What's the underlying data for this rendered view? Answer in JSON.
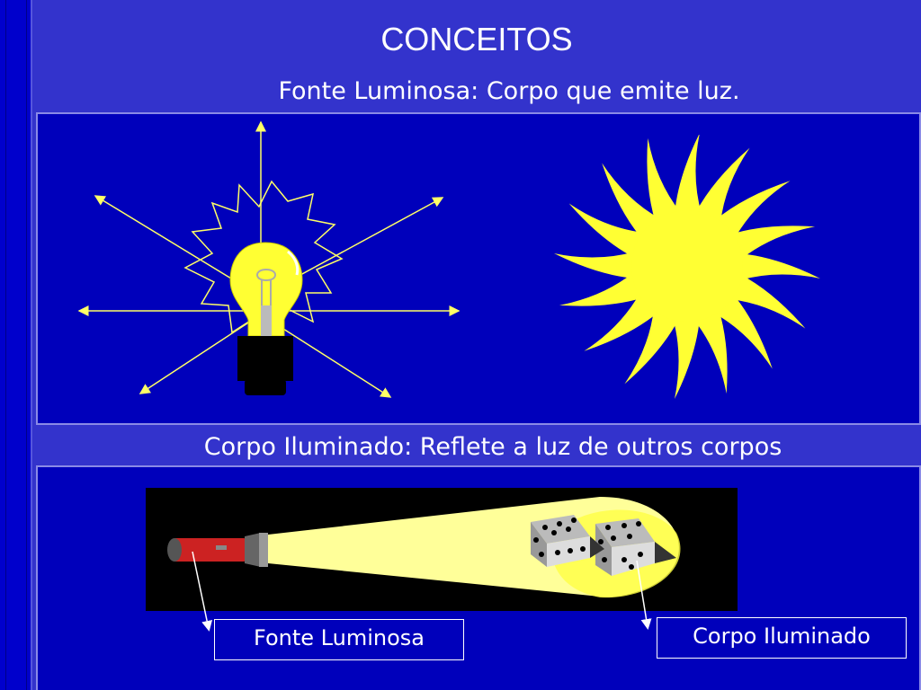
{
  "slide": {
    "title": "CONCEITOS",
    "subtitle_top": "Fonte Luminosa: Corpo que emite luz.",
    "subtitle_bottom": "Corpo Iluminado: Reflete a luz de outros corpos",
    "label_source": "Fonte Luminosa",
    "label_illuminated": "Corpo Iluminado"
  },
  "colors": {
    "background": "#3333cc",
    "panel": "#0000bb",
    "light_yellow": "#ffff00",
    "beam": "#ffff99",
    "flashlight_red": "#cc2222"
  },
  "icons": [
    "left-bar",
    "light-bulb-icon",
    "sun-icon",
    "flashlight-icon",
    "dice-icon"
  ]
}
